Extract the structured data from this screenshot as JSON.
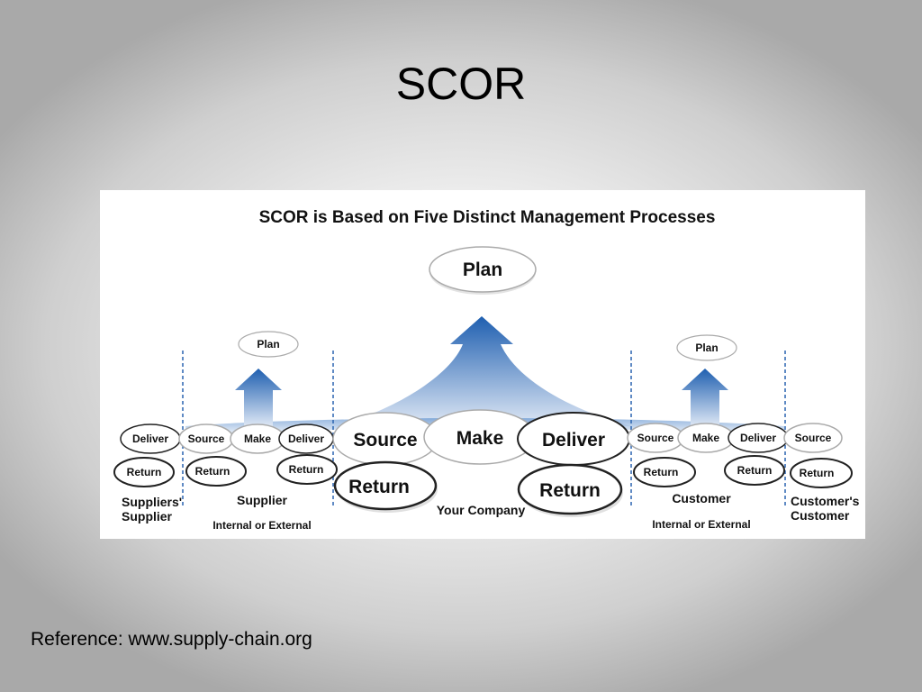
{
  "slide": {
    "title": "SCOR",
    "reference": "Reference: www.supply-chain.org"
  },
  "diagram": {
    "title": "SCOR is Based on Five Distinct Management Processes",
    "plan_main": "Plan",
    "plan_supplier": "Plan",
    "plan_customer": "Plan",
    "suppliers_supplier": {
      "deliver": "Deliver",
      "return": "Return",
      "label_line1": "Suppliers'",
      "label_line2": "Supplier"
    },
    "supplier": {
      "source": "Source",
      "make": "Make",
      "deliver": "Deliver",
      "return_left": "Return",
      "return_right": "Return",
      "label": "Supplier",
      "sublabel": "Internal or External"
    },
    "company": {
      "source": "Source",
      "make": "Make",
      "deliver": "Deliver",
      "return_left": "Return",
      "return_right": "Return",
      "label": "Your Company"
    },
    "customer": {
      "source": "Source",
      "make": "Make",
      "deliver": "Deliver",
      "return_left": "Return",
      "return_right": "Return",
      "label": "Customer",
      "sublabel": "Internal or External"
    },
    "customers_customer": {
      "source": "Source",
      "return": "Return",
      "label_line1": "Customer's",
      "label_line2": "Customer"
    },
    "colors": {
      "arrow_dark": "#1f5fb0",
      "arrow_light": "#dfe8f5",
      "divider": "#2a64b0"
    }
  }
}
